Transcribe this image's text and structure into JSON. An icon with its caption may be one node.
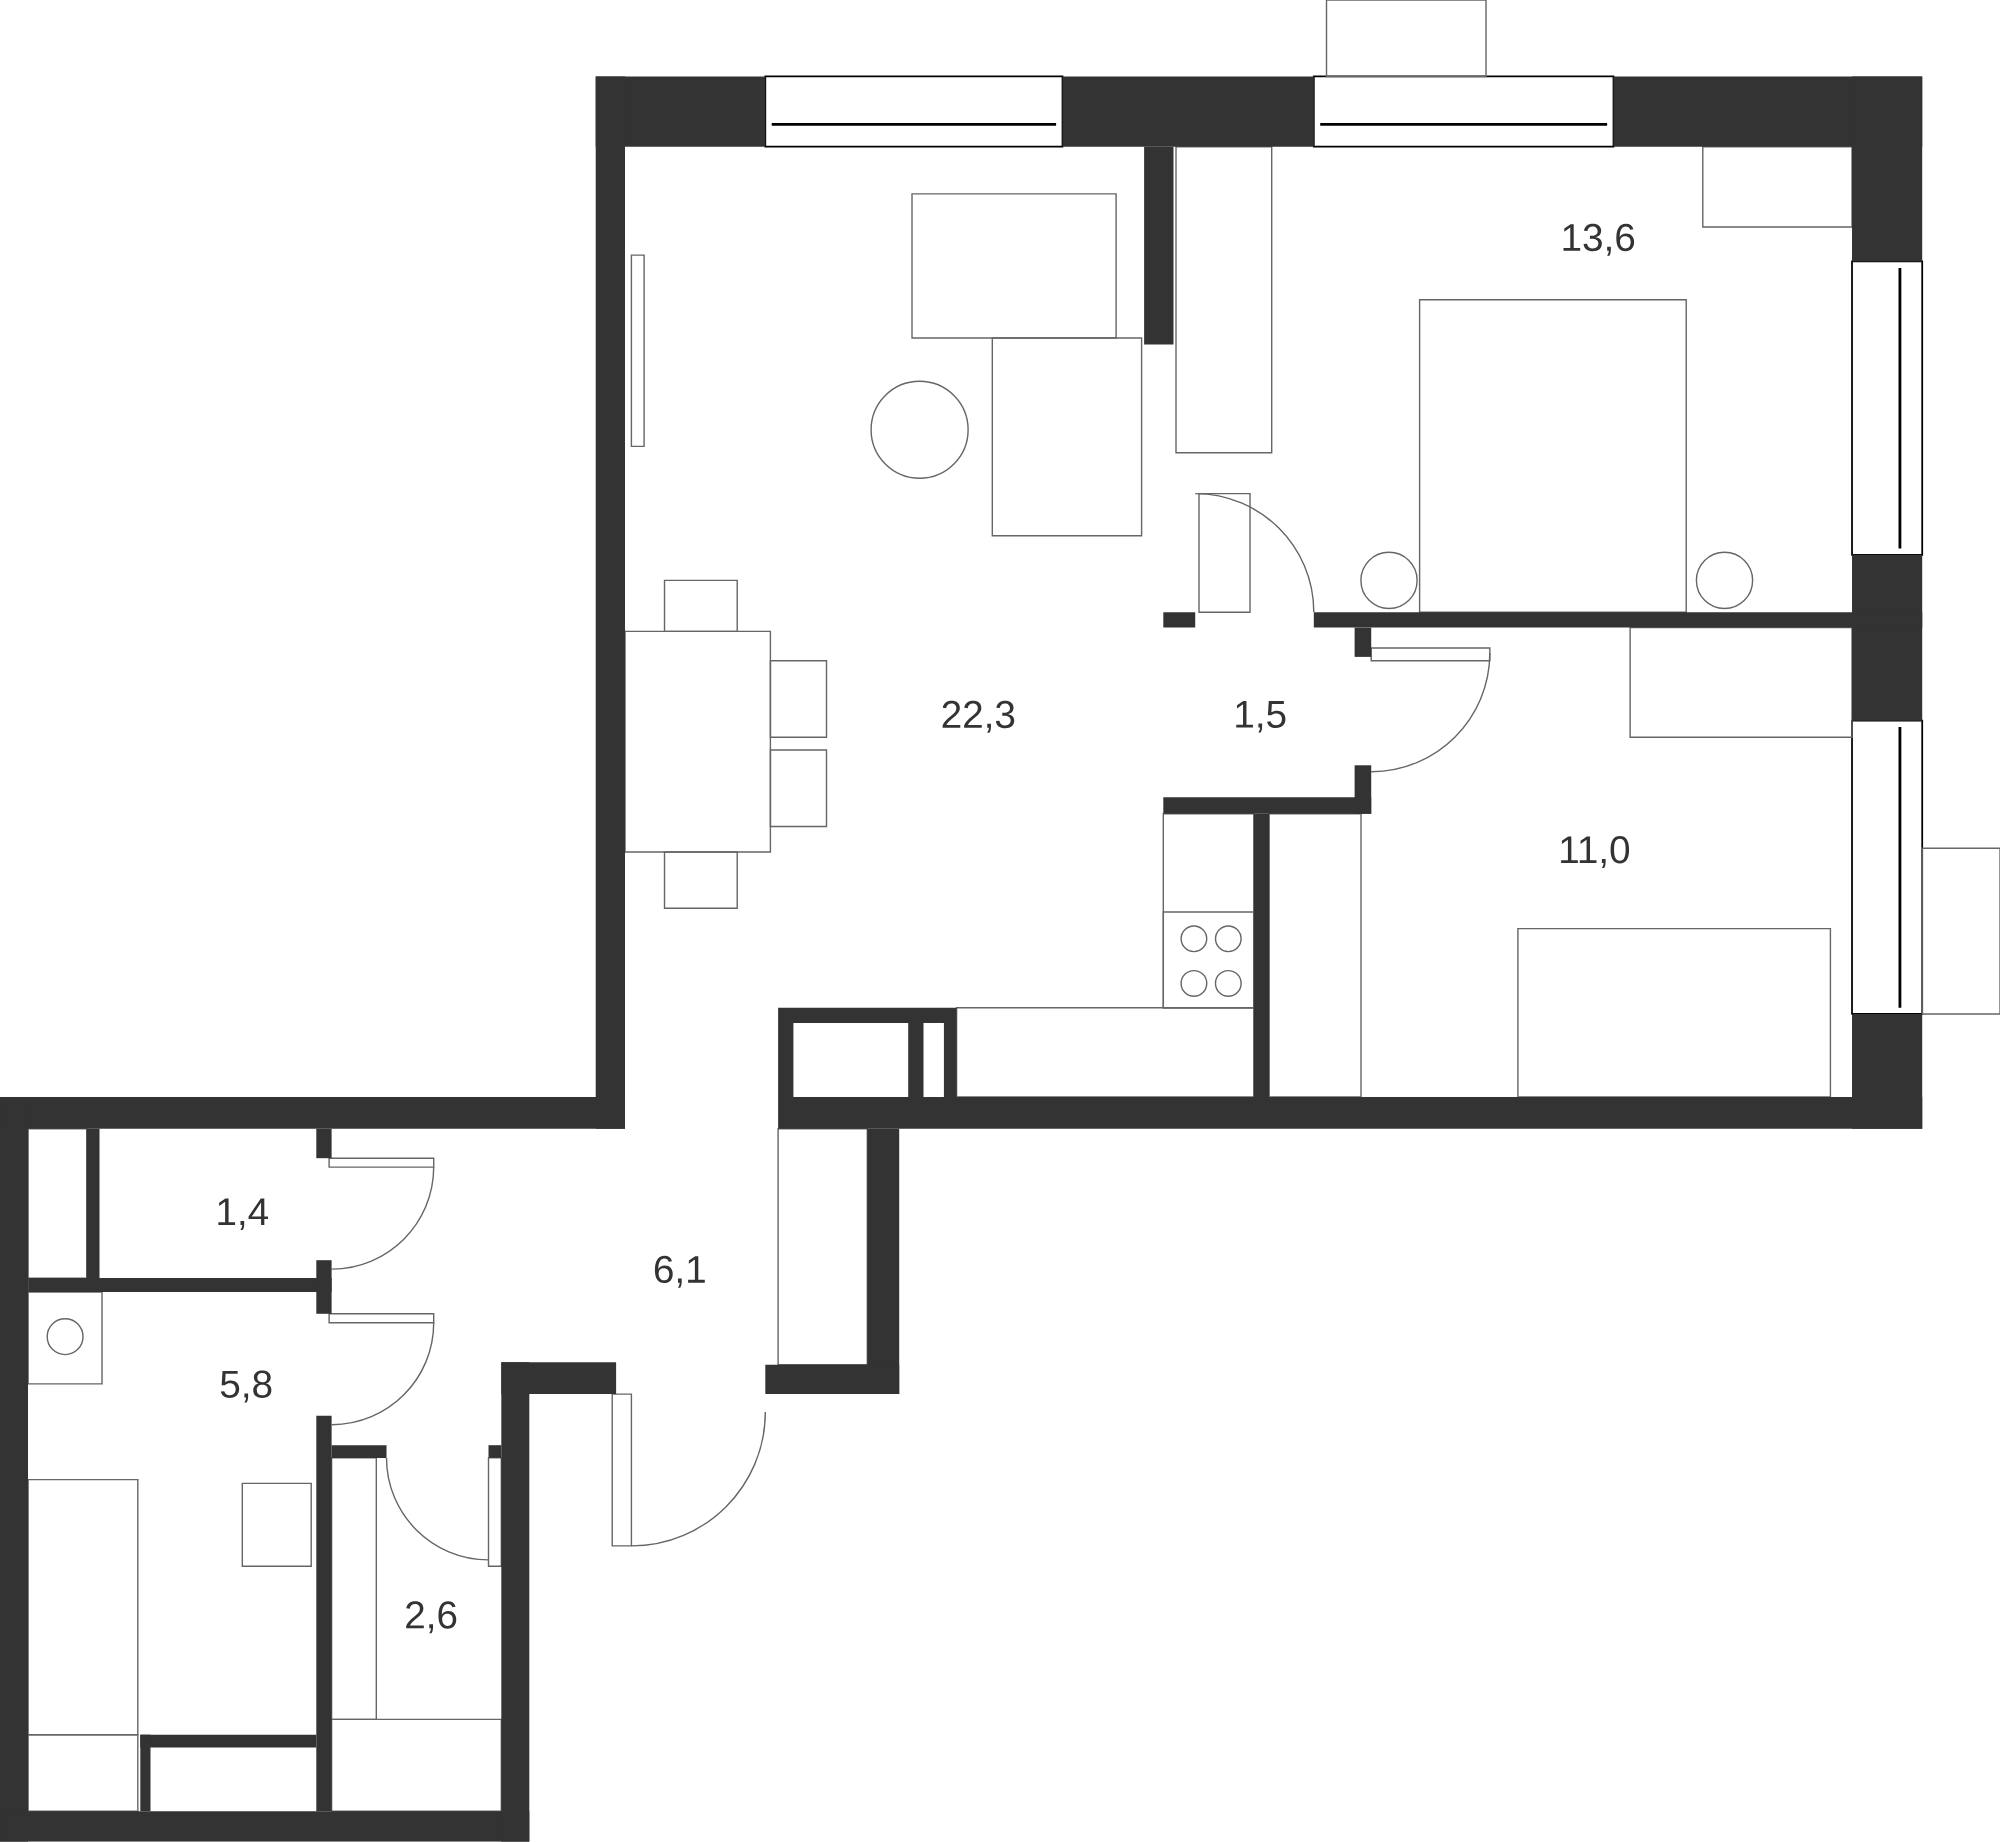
{
  "diagram": {
    "labels": [
      "13,6",
      "22,3",
      "1,5",
      "11,0",
      "1,4",
      "6,1",
      "5,8",
      "2,6"
    ]
  }
}
